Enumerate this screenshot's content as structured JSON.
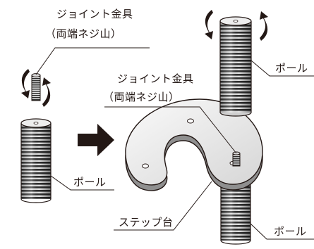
{
  "labels": {
    "joint_left_line1": "ジョイント金具",
    "joint_left_line2": "（両端ネジ山）",
    "joint_right_line1": "ジョイント金具",
    "joint_right_line2": "（両端ネジ山）",
    "pole_left": "ポール",
    "pole_top_right": "ポール",
    "pole_bottom_right": "ポール",
    "step_base": "ステップ台"
  },
  "colors": {
    "background": "#ffffff",
    "line": "#231815",
    "thread_dark": "#3a3a3a",
    "thread_light": "#e6e6e6",
    "step_base_top": "#e9e9e9",
    "step_base_side": "#8c8c8c",
    "arrow": "#231815"
  },
  "icons": {
    "rotation_left": "rotate-arrows-icon",
    "rotation_top_right": "rotate-arrows-icon",
    "direction": "right-arrow-icon"
  }
}
